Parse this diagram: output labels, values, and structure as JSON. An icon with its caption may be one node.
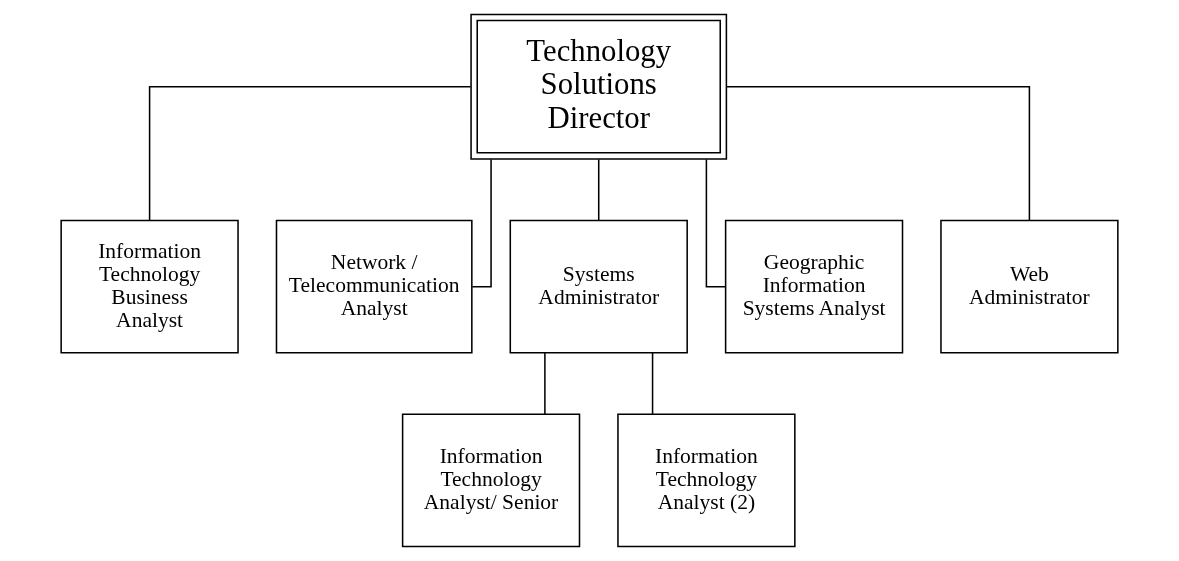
{
  "diagram": {
    "nodes": [
      {
        "text": [
          "Technology Solutions Director"
        ]
      },
      {
        "text": [
          "Information Technology Business Analyst"
        ]
      },
      {
        "text": [
          "Network / Telecommunication Analyst"
        ]
      },
      {
        "text": [
          "Systems Administrator"
        ]
      },
      {
        "text": [
          "Geographic Information Systems Analyst"
        ]
      },
      {
        "text": [
          "Web Administrator"
        ]
      },
      {
        "text": [
          "Information Technology Analyst/ Senior"
        ]
      },
      {
        "text": [
          "Information Technology Analyst (2)"
        ]
      }
    ],
    "edges": [
      {
        "from": 0,
        "to": 1,
        "arrow": "none"
      },
      {
        "from": 0,
        "to": 2,
        "arrow": "none"
      },
      {
        "from": 0,
        "to": 3,
        "arrow": "none"
      },
      {
        "from": 0,
        "to": 4,
        "arrow": "none"
      },
      {
        "from": 0,
        "to": 5,
        "arrow": "none"
      },
      {
        "from": 3,
        "to": 6,
        "arrow": "none"
      },
      {
        "from": 3,
        "to": 7,
        "arrow": "none"
      }
    ]
  }
}
